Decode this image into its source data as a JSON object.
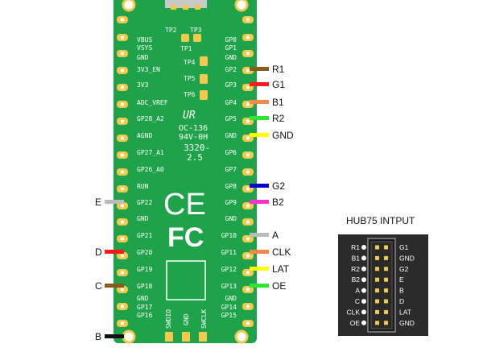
{
  "board": {
    "left_pins": [
      "",
      "VBUS",
      "VSYS",
      "GND",
      "3V3_EN",
      "3V3",
      "ADC_VREF",
      "GP28_A2",
      "AGND",
      "GP27_A1",
      "GP26_A0",
      "RUN",
      "GP22",
      "GND",
      "GP21",
      "GP20",
      "GP19",
      "GP18",
      "GND",
      "GP17",
      "GP16"
    ],
    "right_pins": [
      "",
      "GP0",
      "GP1",
      "GND",
      "GP2",
      "GP3",
      "GP4",
      "GP5",
      "GND",
      "GP6",
      "GP7",
      "GP8",
      "GP9",
      "GND",
      "GP10",
      "GP11",
      "GP12",
      "GP13",
      "GND",
      "GP14",
      "GP15"
    ],
    "test_points": [
      "TP2",
      "TP3",
      "TP1",
      "TP4",
      "TP5",
      "TP6"
    ],
    "bottom_labels": [
      "SWDIO",
      "GND",
      "SWCLK"
    ],
    "silk": {
      "line1": "OC-136",
      "line2": "94V-0H",
      "line3": "3320-",
      "line4": "2.5",
      "ce": "CE",
      "fc": "FC",
      "ul": "UR"
    }
  },
  "wires": [
    {
      "label": "R1",
      "color": "#8b5a1e",
      "side": "right",
      "pin": "GP2"
    },
    {
      "label": "G1",
      "color": "#ff1a1a",
      "side": "right",
      "pin": "GP3"
    },
    {
      "label": "B1",
      "color": "#f08a4b",
      "side": "right",
      "pin": "GP4"
    },
    {
      "label": "R2",
      "color": "#2ee62e",
      "side": "right",
      "pin": "GP5"
    },
    {
      "label": "GND",
      "color": "#ffff00",
      "side": "right",
      "pin": "GND"
    },
    {
      "label": "G2",
      "color": "#0000cc",
      "side": "right",
      "pin": "GP8"
    },
    {
      "label": "B2",
      "color": "#ff33cc",
      "side": "right",
      "pin": "GP9"
    },
    {
      "label": "A",
      "color": "#bbbbbb",
      "side": "right",
      "pin": "GP10"
    },
    {
      "label": "CLK",
      "color": "#f08a4b",
      "side": "right",
      "pin": "GP11"
    },
    {
      "label": "LAT",
      "color": "#ffff00",
      "side": "right",
      "pin": "GP12"
    },
    {
      "label": "OE",
      "color": "#2ee62e",
      "side": "right",
      "pin": "GP13"
    },
    {
      "label": "E",
      "color": "#bbbbbb",
      "side": "left",
      "pin": "GP22"
    },
    {
      "label": "D",
      "color": "#ff1a1a",
      "side": "left",
      "pin": "GP20"
    },
    {
      "label": "C",
      "color": "#8b5a1e",
      "side": "left",
      "pin": "GP18"
    },
    {
      "label": "B",
      "color": "#111111",
      "side": "left",
      "pin": "bottom"
    }
  ],
  "hub75": {
    "title": "HUB75 INTPUT",
    "left": [
      "R1",
      "B1",
      "R2",
      "B2",
      "A",
      "C",
      "CLK",
      "OE"
    ],
    "right": [
      "G1",
      "GND",
      "G2",
      "E",
      "B",
      "D",
      "LAT",
      "GND"
    ]
  },
  "colors": {
    "pcb": "#1fa34a",
    "pad": "#f2c94c",
    "hub_bg": "#2b2b2b"
  }
}
